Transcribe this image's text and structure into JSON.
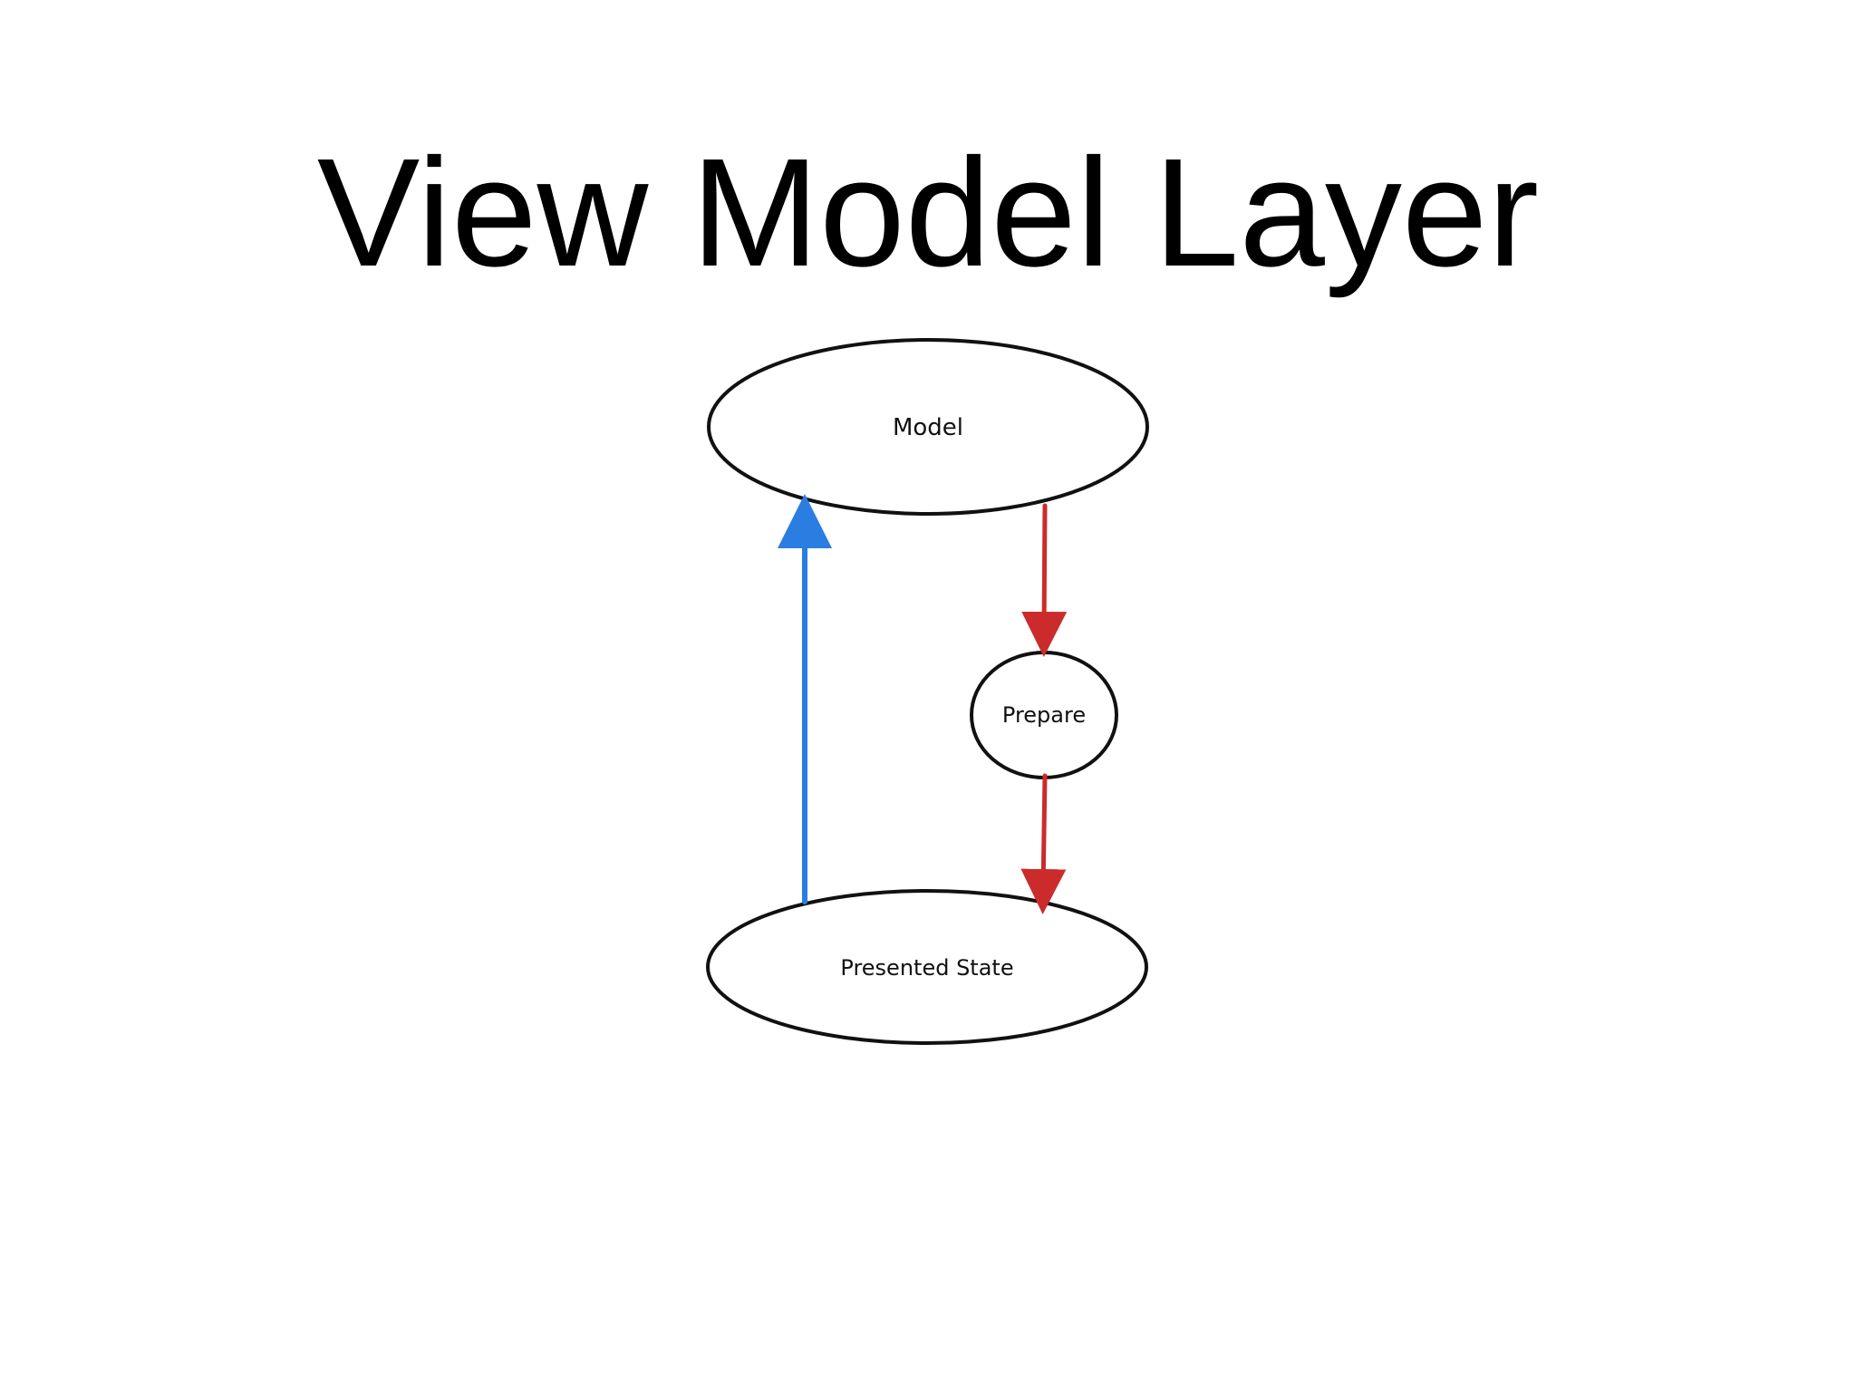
{
  "title": "View Model Layer",
  "diagram": {
    "nodes": {
      "model": "Model",
      "prepare": "Prepare",
      "presented_state": "Presented State"
    },
    "edges": [
      {
        "from": "Model",
        "to": "Prepare",
        "color": "#cc2b2b"
      },
      {
        "from": "Prepare",
        "to": "Presented State",
        "color": "#cc2b2b"
      },
      {
        "from": "Presented State",
        "to": "Model",
        "color": "#2a7de1"
      }
    ]
  }
}
